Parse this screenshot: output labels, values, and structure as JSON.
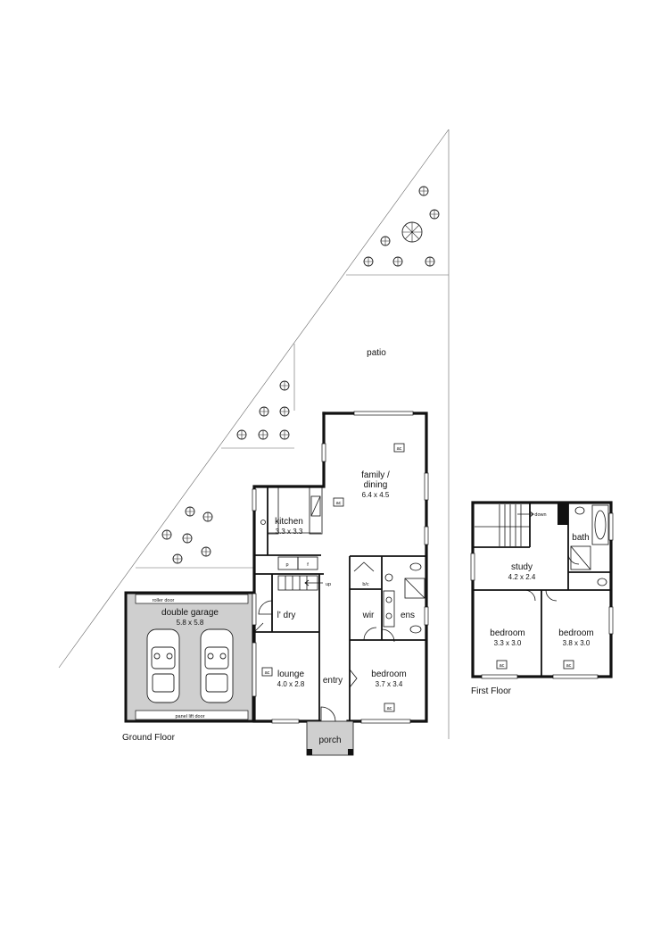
{
  "floors": {
    "ground": "Ground Floor",
    "first": "First Floor"
  },
  "rooms": {
    "patio": {
      "name": "patio"
    },
    "family": {
      "name": "family /",
      "name2": "dining",
      "dims": "6.4 x 4.5"
    },
    "kitchen": {
      "name": "kitchen",
      "dims": "3.3 x 3.3"
    },
    "garage": {
      "name": "double garage",
      "dims": "5.8 x 5.8"
    },
    "laundry": {
      "name": "l' dry"
    },
    "lounge": {
      "name": "lounge",
      "dims": "4.0 x 2.8"
    },
    "entry": {
      "name": "entry"
    },
    "bedroom_main": {
      "name": "bedroom",
      "dims": "3.7 x 3.4"
    },
    "wir": {
      "name": "wir"
    },
    "ens": {
      "name": "ens"
    },
    "porch": {
      "name": "porch"
    },
    "study": {
      "name": "study",
      "dims": "4.2 x 2.4"
    },
    "bath": {
      "name": "bath"
    },
    "bedroom2": {
      "name": "bedroom",
      "dims": "3.3 x 3.0"
    },
    "bedroom3": {
      "name": "bedroom",
      "dims": "3.8 x 3.0"
    }
  },
  "annotations": {
    "roller_door": "roller door",
    "panel_lift_door": "panel lift door",
    "up": "up",
    "down": "down",
    "blc": "b/c",
    "pantry": "p",
    "fridge": "f",
    "ac": "ac"
  }
}
